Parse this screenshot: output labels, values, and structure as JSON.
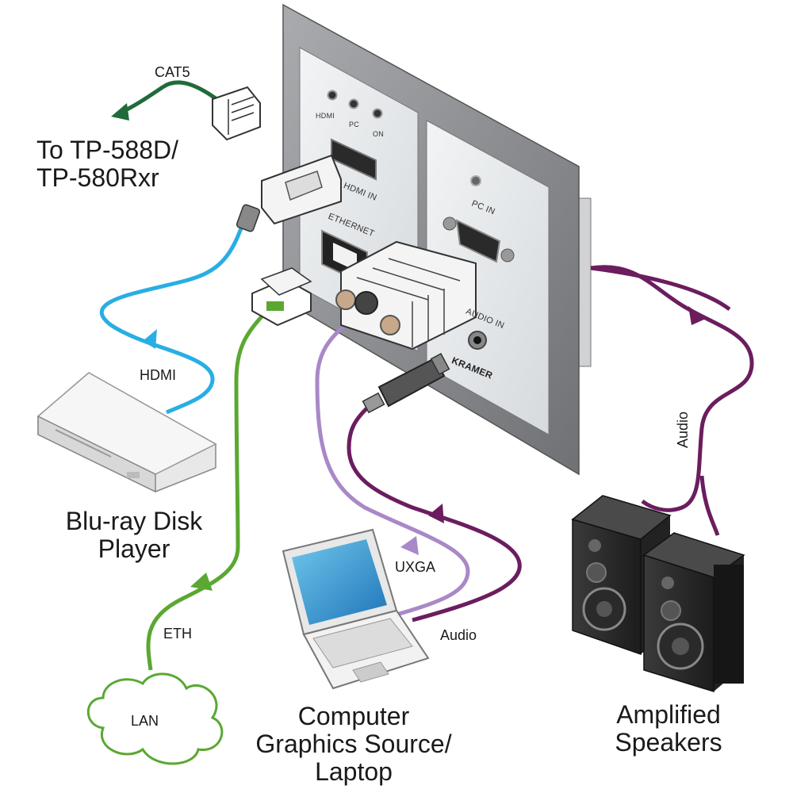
{
  "panel": {
    "leds": [
      "HDMI",
      "PC",
      "ON"
    ],
    "hdmi_in": "HDMI IN",
    "ethernet": "ETHERNET",
    "pc_in": "PC IN",
    "audio_in": "AUDIO IN",
    "brand": "KRAMER"
  },
  "cables": {
    "cat5": "CAT5",
    "hdmi": "HDMI",
    "eth": "ETH",
    "uxga": "UXGA",
    "audio_laptop": "Audio",
    "audio_speakers": "Audio"
  },
  "devices": {
    "receiver": [
      "To TP-588D/",
      "TP-580Rxr"
    ],
    "bluray": [
      "Blu-ray Disk",
      "Player"
    ],
    "lan": "LAN",
    "laptop": [
      "Computer",
      "Graphics Source/",
      "Laptop"
    ],
    "speakers": [
      "Amplified",
      "Speakers"
    ]
  },
  "colors": {
    "cat5_cable": "#1f6b3a",
    "hdmi_cable": "#29aee3",
    "eth_cable": "#5aa832",
    "uxga_cable": "#a988c8",
    "audio_cable": "#6b1d5e",
    "panel_frame": "#8a8c90",
    "panel_face": "#e7eaec"
  }
}
